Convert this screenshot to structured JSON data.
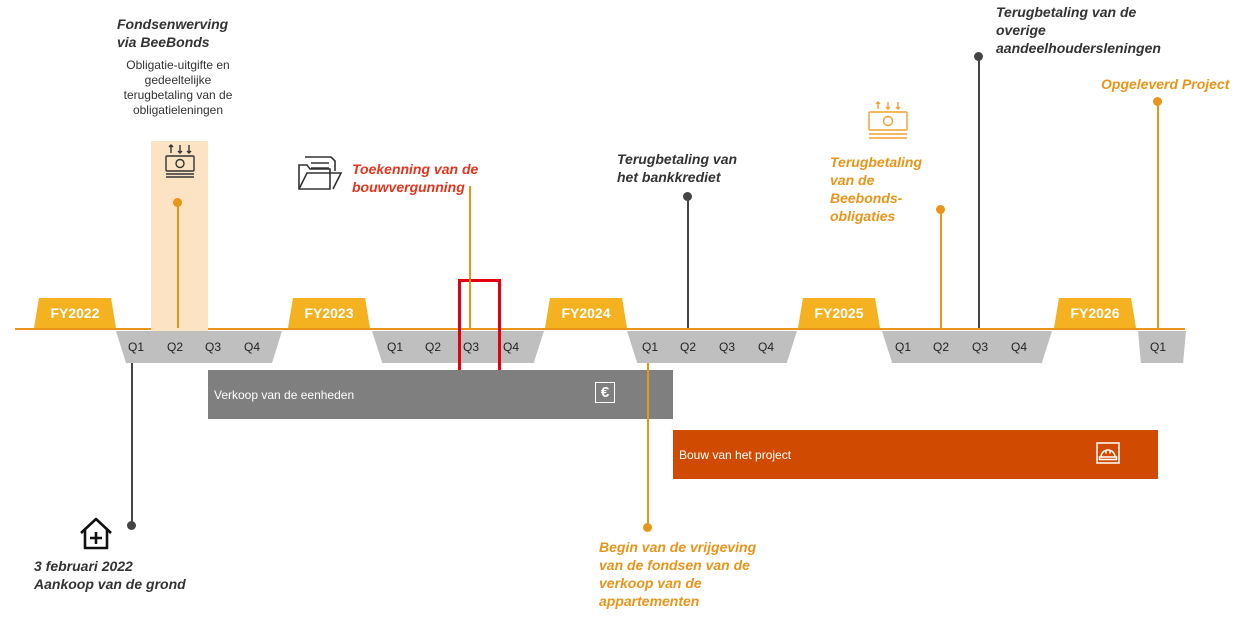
{
  "years": [
    "FY2022",
    "FY2023",
    "FY2024",
    "FY2025",
    "FY2026"
  ],
  "quarters": {
    "fy2022": [
      "Q1",
      "Q2",
      "Q3",
      "Q4"
    ],
    "fy2023": [
      "Q1",
      "Q2",
      "Q3",
      "Q4"
    ],
    "fy2024": [
      "Q1",
      "Q2",
      "Q3",
      "Q4"
    ],
    "fy2025": [
      "Q1",
      "Q2",
      "Q3",
      "Q4"
    ],
    "fy2026": [
      "Q1"
    ]
  },
  "events": {
    "fundraising_title_1": "Fondsenwerving",
    "fundraising_title_2": "via BeeBonds",
    "fundraising_desc": [
      "Obligatie-uitgifte en",
      "gedeeltelijke",
      "terugbetaling van de",
      "obligatieleningen"
    ],
    "permit": [
      "Toekenning van de",
      "bouwvergunning"
    ],
    "bank_credit": [
      "Terugbetaling van",
      "het bankkrediet"
    ],
    "beebonds_repayment": [
      "Terugbetaling",
      "van de",
      "Beebonds-",
      "obligaties"
    ],
    "shareholder_loans": [
      "Terugbetaling van de",
      "overige",
      "aandeelhoudersleningen"
    ],
    "delivered": "Opgeleverd Project",
    "land_purchase": [
      "3 februari 2022",
      "Aankoop van de grond"
    ],
    "release_funds": [
      "Begin van de vrijgeving",
      "van de fondsen van de",
      "verkoop van de",
      "appartementen"
    ]
  },
  "bars": {
    "sales": "Verkoop van de eenheden",
    "construction": "Bouw van het project"
  },
  "colors": {
    "accent_yellow": "#f4b120",
    "orange": "#e8951a",
    "red_text": "#e4351e",
    "construction_bar": "#d04a02",
    "sales_bar": "#7f7f7f",
    "highlight_box": "#e4000f"
  },
  "icons": [
    "money-icon",
    "folder-icon",
    "house-icon",
    "euro-icon",
    "helmet-icon"
  ]
}
